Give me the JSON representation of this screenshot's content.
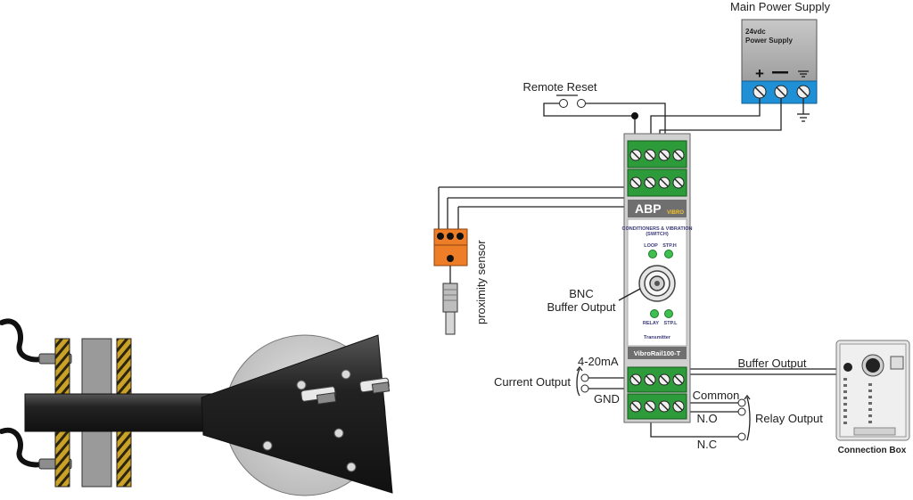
{
  "labels": {
    "main_power_supply": "Main Power Supply",
    "psu_voltage": "24vdc",
    "psu_name": "Power Supply",
    "remote_reset": "Remote Reset",
    "proximity_sensor": "proximity sensor",
    "bnc_line1": "BNC",
    "bnc_line2": "Buffer Output",
    "current_mA": "4-20mA",
    "current_output": "Current Output",
    "gnd": "GND",
    "buffer_output": "Buffer Output",
    "common": "Common",
    "no": "N.O",
    "nc": "N.C",
    "relay_output": "Relay Output",
    "connection_box": "Connection Box"
  },
  "device": {
    "brand": "ABP",
    "brand_sub": "VIBRO",
    "desc_line1": "CONDITIONERS & VIBRATION",
    "desc_line2": "(SWITCH)",
    "led_loop": "LOOP",
    "led_stph": "STP.H",
    "led_relay": "RELAY",
    "led_stpl": "STP.L",
    "type": "Transmitter",
    "model": "VibroRail100-T"
  },
  "colors": {
    "terminal_green": "#2e9b3a",
    "psu_blue": "#1f8fd6",
    "sensor_orange": "#ee7d28",
    "led_green": "#3fbf4f",
    "hatch_gold": "#c9a227"
  }
}
